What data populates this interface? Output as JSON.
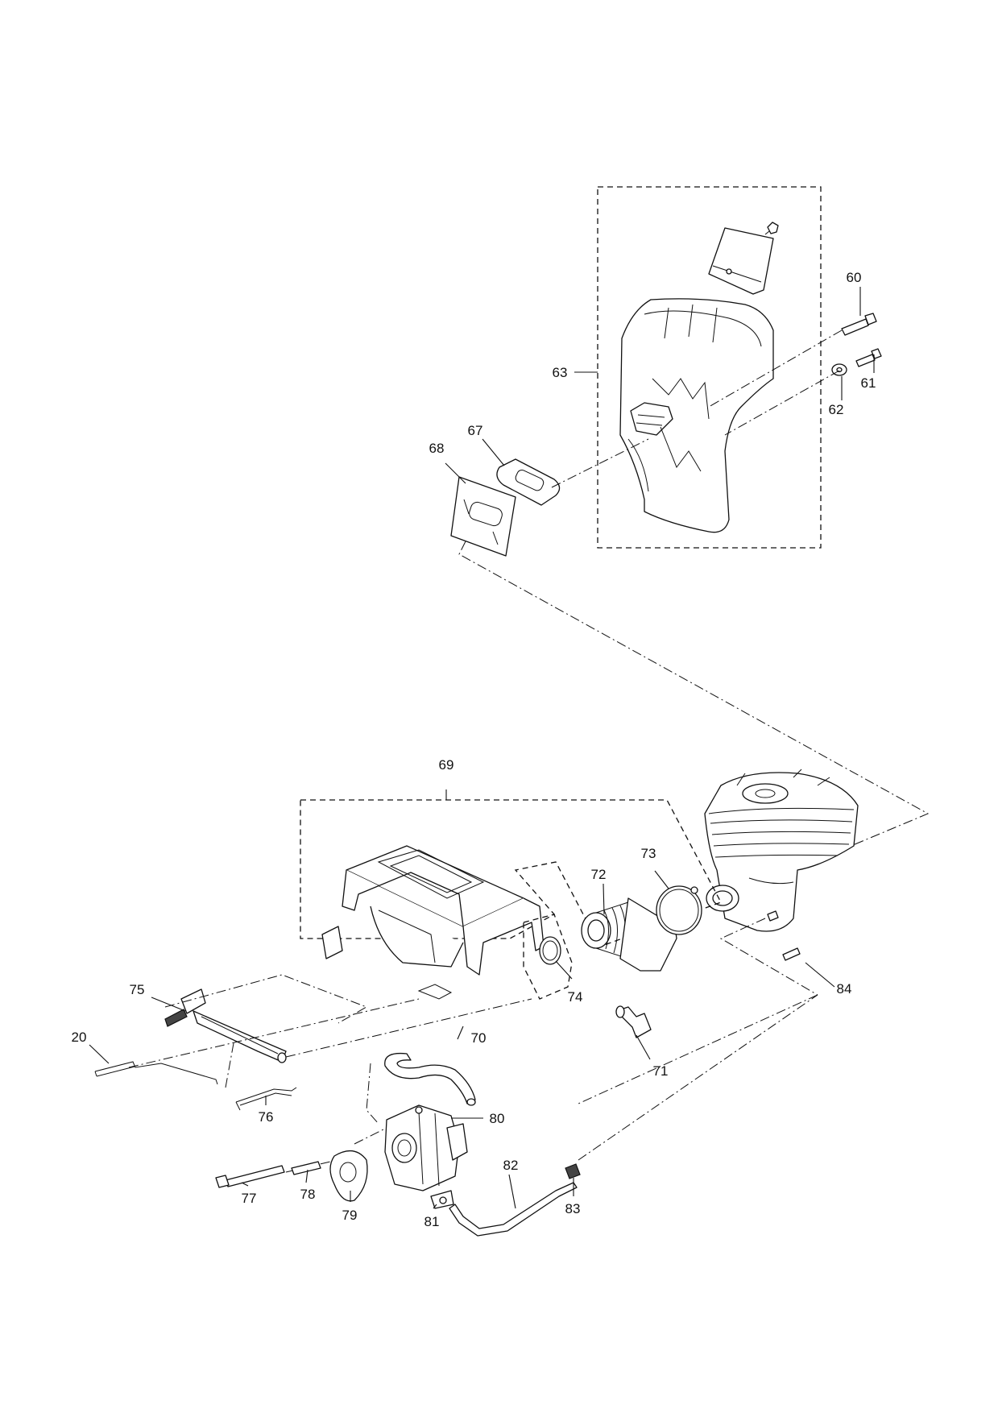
{
  "labels": {
    "p20": "20",
    "p60": "60",
    "p61": "61",
    "p62": "62",
    "p63": "63",
    "p67": "67",
    "p68": "68",
    "p69": "69",
    "p70": "70",
    "p71": "71",
    "p72": "72",
    "p73": "73",
    "p74": "74",
    "p75": "75",
    "p76": "76",
    "p77": "77",
    "p78": "78",
    "p79": "79",
    "p80": "80",
    "p81": "81",
    "p82": "82",
    "p83": "83",
    "p84": "84"
  }
}
